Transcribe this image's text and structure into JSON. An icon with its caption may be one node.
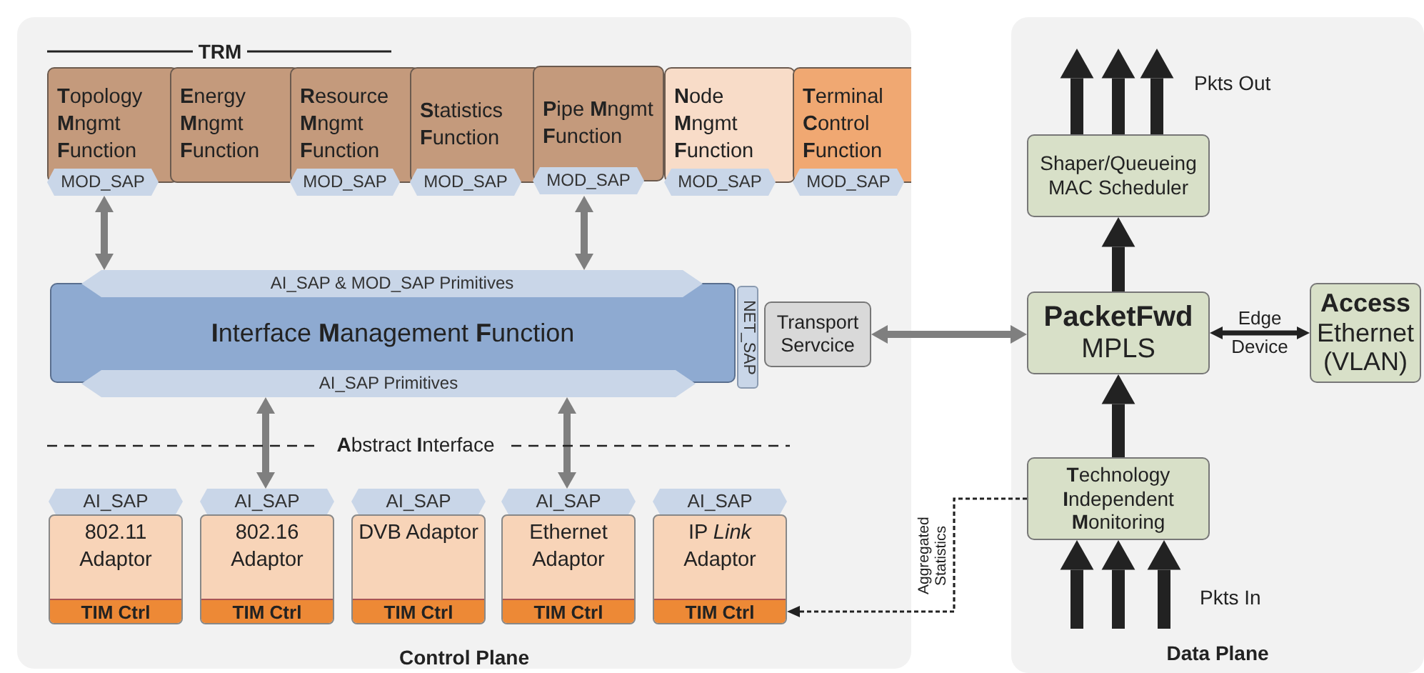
{
  "diagram": {
    "nodes": [
      {
        "text": [
          "Control Plane"
        ]
      },
      {
        "text": [
          "**T**opology **M**ngmt **F**unction",
          "MOD_SAP"
        ],
        "in": 0
      },
      {
        "text": [
          "**E**nergy **M**ngmt **F**unction"
        ],
        "in": 0
      },
      {
        "text": [
          "**R**esource **M**ngmt **F**unction",
          "MOD_SAP"
        ],
        "in": 0
      },
      {
        "text": [
          "**S**tatistics **F**unction",
          "MOD_SAP"
        ],
        "in": 0
      },
      {
        "text": [
          "**P**ipe **M**ngmt **F**unction",
          "MOD_SAP"
        ],
        "in": 0
      },
      {
        "text": [
          "**N**ode **M**ngmt **F**unction",
          "MOD_SAP"
        ],
        "in": 0
      },
      {
        "text": [
          "**T**erminal **C**ontrol **F**unction",
          "MOD_SAP"
        ],
        "in": 0
      },
      {
        "text": [
          "AI_SAP & MOD_SAP Primitives",
          "**I**nterface **M**anagement **F**unction",
          "AI_SAP Primitives",
          "NET_SAP"
        ],
        "in": 0
      },
      {
        "text": [
          "Transport Servcice"
        ],
        "in": 0
      },
      {
        "text": [
          "AI_SAP",
          "802.11 Adaptor",
          "TIM Ctrl"
        ],
        "in": 0
      },
      {
        "text": [
          "AI_SAP",
          "802.16 Adaptor",
          "TIM Ctrl"
        ],
        "in": 0
      },
      {
        "text": [
          "AI_SAP",
          "DVB Adaptor",
          "TIM Ctrl"
        ],
        "in": 0
      },
      {
        "text": [
          "AI_SAP",
          "Ethernet Adaptor",
          "TIM Ctrl"
        ],
        "in": 0
      },
      {
        "text": [
          "AI_SAP",
          "IP *Link* Adaptor",
          "TIM Ctrl"
        ],
        "in": 0
      },
      {
        "text": [
          "Data Plane"
        ]
      },
      {
        "text": [
          "Shaper/Queueing MAC Scheduler"
        ],
        "in": 15
      },
      {
        "text": [
          "PacketFwd",
          "MPLS"
        ],
        "in": 15
      },
      {
        "text": [
          "Access",
          "Ethernet (VLAN)"
        ],
        "in": 15
      },
      {
        "text": [
          "**T**echnology **I**ndependent **M**onitoring"
        ],
        "in": 15
      }
    ],
    "edges": [
      {
        "from": 1,
        "to": 8,
        "arrow": "both",
        "color": "#7f7f7f"
      },
      {
        "from": 5,
        "to": 8,
        "arrow": "both",
        "color": "#7f7f7f"
      },
      {
        "from": 8,
        "to": 11,
        "arrow": "both",
        "color": "#7f7f7f"
      },
      {
        "from": 8,
        "to": 13,
        "arrow": "both",
        "color": "#7f7f7f"
      },
      {
        "from": 9,
        "to": 17,
        "arrow": "both",
        "color": "#7f7f7f"
      },
      {
        "from": 17,
        "to": 18,
        "arrow": "both",
        "label": "Edge Device"
      },
      {
        "from": 19,
        "to": 14,
        "arrow": "to",
        "label": "Aggregated Statistics",
        "style": "dashed"
      },
      {
        "from": 19,
        "to": 17,
        "arrow": "to"
      },
      {
        "from": 17,
        "to": 16,
        "arrow": "to"
      },
      {
        "from": 16,
        "to": null,
        "arrow": "to"
      },
      {
        "from": 16,
        "to": null,
        "arrow": "to"
      },
      {
        "from": 16,
        "to": null,
        "arrow": "to"
      },
      {
        "from": null,
        "to": 19,
        "arrow": "to"
      },
      {
        "from": null,
        "to": 19,
        "arrow": "to"
      },
      {
        "from": null,
        "to": 19,
        "arrow": "to"
      }
    ],
    "labels": [
      "TRM",
      "**A**bstract **I**nterface",
      "Pkts Out",
      "Pkts In"
    ]
  }
}
